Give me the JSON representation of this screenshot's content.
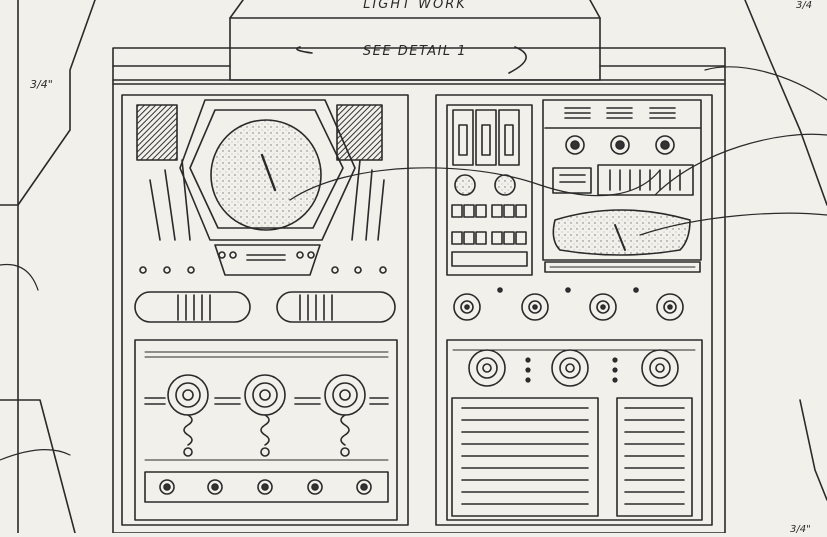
{
  "header": {
    "top_label": "LIGHT WORK",
    "detail_label": "SEE DETAIL 1"
  },
  "dimensions": {
    "left_mark": "3/4\"",
    "top_right_mark": "3/4",
    "bottom_right_mark": "3/4\""
  },
  "colors": {
    "paper": "#f1f0ea",
    "ink": "#2a2a2a",
    "shade": "#4a4a4a"
  }
}
